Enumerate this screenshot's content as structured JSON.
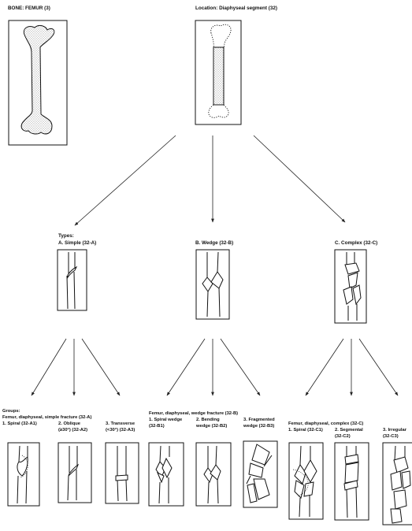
{
  "top": {
    "bone_label": "BONE: FEMUR (3)",
    "location_label": "Location: Diaphyseal segment (32)"
  },
  "types": {
    "heading": "Types:",
    "a": "A. Simple (32-A)",
    "b": "B. Wedge (32-B)",
    "c": "C. Complex (32-C)"
  },
  "groups": {
    "heading": "Groups:",
    "a_title": "Femur, diaphyseal, simple fracture (32-A)",
    "a1": "1. Spiral (32-A1)",
    "a2_l1": "2. Oblique",
    "a2_l2": "(≥30°) (32-A2)",
    "a3_l1": "3. Transverse",
    "a3_l2": "(<30°) (32-A3)",
    "b_title": "Femur, diaphyseal, wedge fracture (32-B)",
    "b1_l1": "1. Spiral wedge",
    "b1_l2": "(32-B1)",
    "b2_l1": "2. Bending",
    "b2_l2": "wedge (32-B2)",
    "b3_l1": "3. Fragmented",
    "b3_l2": "wedge (32-B3)",
    "c_title": "Femur, diaphyseal, complex (32-C)",
    "c1": "1. Spiral (32-C1)",
    "c2_l1": "2. Segmental",
    "c2_l2": "(32-C2)",
    "c3_l1": "3. Irregular",
    "c3_l2": "(32-C3)"
  }
}
